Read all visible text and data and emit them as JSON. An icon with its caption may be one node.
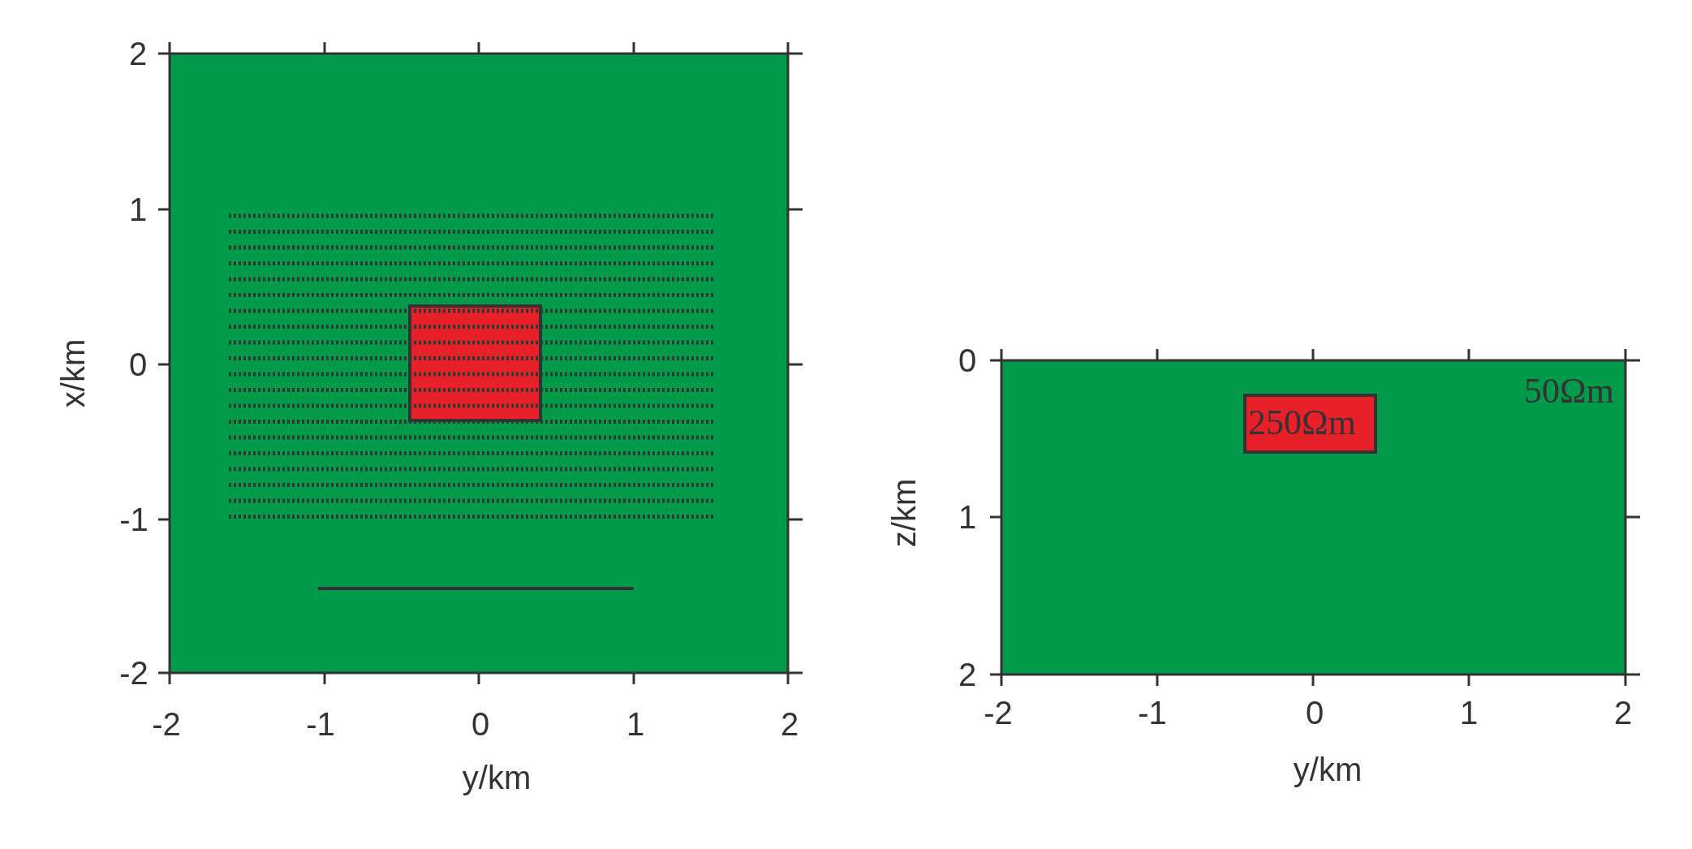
{
  "diagram": {
    "nodes": [
      {
        "text": [],
        "shape": "box"
      },
      {
        "text": [],
        "shape": "box",
        "in": 0
      },
      {
        "text": [
          "50Ωm"
        ]
      },
      {
        "text": [
          "250Ωm"
        ],
        "in": 2
      }
    ],
    "labels": [
      "2",
      "1",
      "0",
      "-1",
      "-2",
      "x/km",
      "-2",
      "-1",
      "0",
      "1",
      "2",
      "y/km",
      "0",
      "1",
      "2",
      "z/km",
      "-2",
      "-1",
      "0",
      "1",
      "2",
      "y/km"
    ]
  }
}
